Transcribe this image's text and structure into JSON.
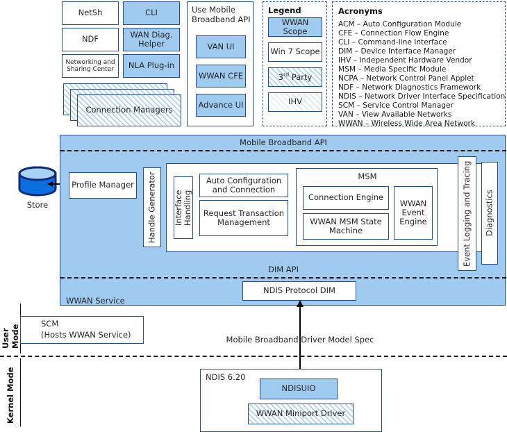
{
  "top_row": {
    "left_column_boxes": [
      {
        "label": "NetSh",
        "style": "plain"
      },
      {
        "label": "NDF",
        "style": "plain"
      },
      {
        "label": "Networking and Sharing Center",
        "style": "plain"
      }
    ],
    "right_column_boxes": [
      {
        "label": "CLI",
        "style": "blue"
      },
      {
        "label": "WAN Diag. Helper",
        "style": "blue"
      },
      {
        "label": "NLA Plug-in",
        "style": "blue"
      }
    ],
    "connection_managers": {
      "label": "Connection Managers",
      "style": "hatch",
      "stack_count": 3
    }
  },
  "use_api_group": {
    "title": "Use Mobile Broadband API",
    "items": [
      {
        "label": "VAN UI",
        "style": "blue"
      },
      {
        "label": "WWAN CFE",
        "style": "blue"
      },
      {
        "label": "Advance UI",
        "style": "blue"
      }
    ]
  },
  "legend": {
    "title": "Legend",
    "items": [
      {
        "label": "WWAN Scope",
        "style": "blue"
      },
      {
        "label": "Win 7 Scope",
        "style": "plain"
      },
      {
        "label": "3rd Party",
        "label_sup": "rd",
        "label_pre": "3",
        "label_post": " Party",
        "style": "hatch"
      },
      {
        "label": "IHV",
        "style": "hatch-fine"
      }
    ]
  },
  "acronyms": {
    "title": "Acronyms",
    "entries": [
      "ACM – Auto Configuration Module",
      "CFE – Connection Flow Engine",
      "CLI – Command-line Interface",
      "DIM – Device Interface Manager",
      "IHV – Independent Hardware Vendor",
      "MSM – Media Specific Module",
      "NCPA – Network Control Panel Applet",
      "NDF – Network Diagnostics Framework",
      "NDIS – Network Driver Interface Specification",
      "SCM – Service Control Manager",
      "VAN – View Available Networks",
      "WWAN – Wireless Wide Area Network"
    ]
  },
  "main_panel": {
    "top_api_label": "Mobile Broadband API",
    "dim_api_label": "DIM API",
    "service_label": "WWAN Service",
    "store": {
      "label": "Store"
    },
    "profile_manager": {
      "label": "Profile Manager"
    },
    "handle_generator": {
      "label": "Handle Generator"
    },
    "interface_handling": {
      "label": "Interface Handling"
    },
    "auto_config": {
      "label": "Auto Configuration and Connection"
    },
    "request_txn": {
      "label": "Request Transaction Management"
    },
    "msm": {
      "title": "MSM",
      "connection_engine": {
        "label": "Connection Engine"
      },
      "state_machine": {
        "label": "WWAN MSM State Machine"
      },
      "event_engine": {
        "label": "WWAN Event Engine"
      }
    },
    "event_logging": {
      "label": "Event Logging and Tracing"
    },
    "diagnostics": {
      "label": "Diagnostics"
    },
    "ndis_protocol_dim": {
      "label": "NDIS Protocol DIM"
    }
  },
  "scm": {
    "line1": "SCM",
    "line2": "(Hosts WWAN Service)"
  },
  "modes": {
    "user": "User Mode",
    "kernel": "Kernel Mode"
  },
  "driver_spec_label": "Mobile Broadband Driver Model Spec",
  "kernel_section": {
    "ndis_version": "NDIS 6.20",
    "ndisuio": {
      "label": "NDISUIO",
      "style": "blue"
    },
    "miniport": {
      "label": "WWAN Miniport Driver",
      "style": "hatch"
    }
  },
  "colors": {
    "fill_blue": "#9FCBF0",
    "border_navy": "#1F4E9C",
    "text": "#262626",
    "store_body": "#0C6FE0",
    "store_top": "#A9D3F5",
    "store_outline": "#10297A"
  }
}
